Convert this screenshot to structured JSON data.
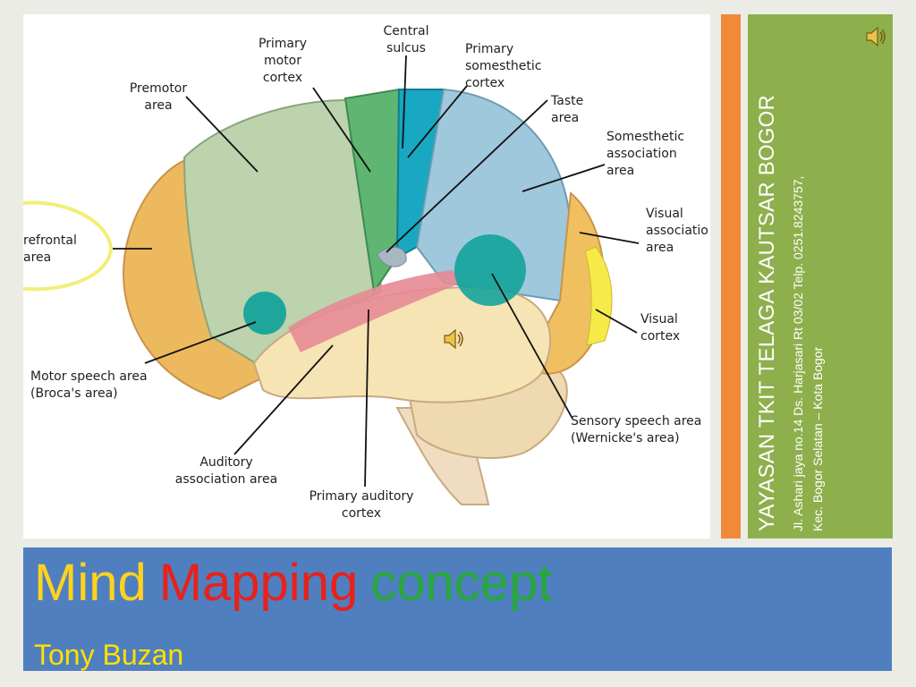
{
  "brain_figure": {
    "labels": {
      "primary_motor_cortex": "Primary motor cortex",
      "central_sulcus": "Central sulcus",
      "primary_somesthetic_cortex": "Primary somesthetic cortex",
      "premotor_area": "Premotor area",
      "taste_area": "Taste area",
      "somesthetic_association_area": "Somesthetic association area",
      "prefrontal_area": "refrontal area",
      "visual_association_area": "Visual associatio area",
      "visual_cortex": "Visual cortex",
      "motor_speech_area": "Motor speech area (Broca's area)",
      "sensory_speech_area": "Sensory speech area (Wernicke's area)",
      "auditory_association_area": "Auditory association area",
      "primary_auditory_cortex": "Primary auditory cortex"
    },
    "region_colors": {
      "frontal": "#edb95e",
      "premotor": "#bcd3ad",
      "motor": "#5fb572",
      "somesthetic": "#18a8c2",
      "parietal_association": "#9fc8dc",
      "occipital": "#f0c060",
      "visual_cortex": "#f5ea48",
      "temporal": "#f7e4b4",
      "auditory": "#e58a93",
      "speech": "#10a29a",
      "cerebellum": "#efd9b1"
    }
  },
  "side_panel": {
    "org_name": "YAYASAN TKIT TELAGA KAUTSAR BOGOR",
    "address": "Jl. Ashari jaya no.14 Ds. Harjasari Rt 03/02 Telp. 0251.8243757,",
    "city": "Kec. Bogor Selatan – Kota Bogor",
    "speaker_icon": "speaker-icon"
  },
  "title_bar": {
    "word1": "Mind",
    "word2": "Mapping",
    "word3": "concept",
    "subtitle": "Tony Buzan",
    "colors": {
      "word1": "#ffd21f",
      "word2": "#e8211a",
      "word3": "#27a83a",
      "background": "#4f7fbf"
    }
  }
}
